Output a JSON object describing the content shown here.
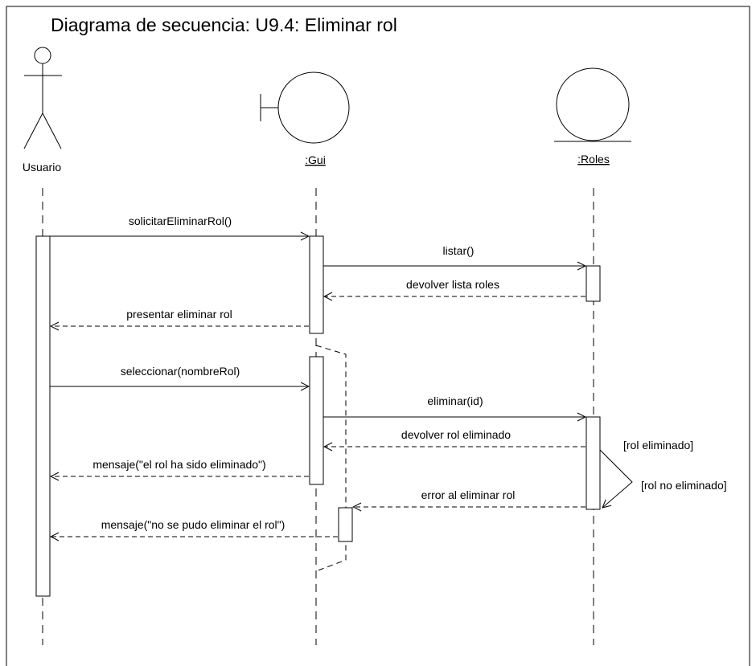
{
  "title": "Diagrama de secuencia: U9.4: Eliminar rol",
  "participants": {
    "actor": "Usuario",
    "gui": ":Gui",
    "roles": ":Roles"
  },
  "messages": {
    "m1": "solicitarEliminarRol()",
    "m2": "listar()",
    "m3": "devolver lista roles",
    "m4": "presentar eliminar rol",
    "m5": "seleccionar(nombreRol)",
    "m6": "eliminar(id)",
    "m7": "devolver rol eliminado",
    "m8": "mensaje(\"el rol ha sido eliminado\")",
    "m9": "error al eliminar rol",
    "m10": "mensaje(\"no se pudo eliminar el rol\")"
  },
  "guards": {
    "ok": "[rol eliminado]",
    "fail": "[rol no eliminado]"
  }
}
